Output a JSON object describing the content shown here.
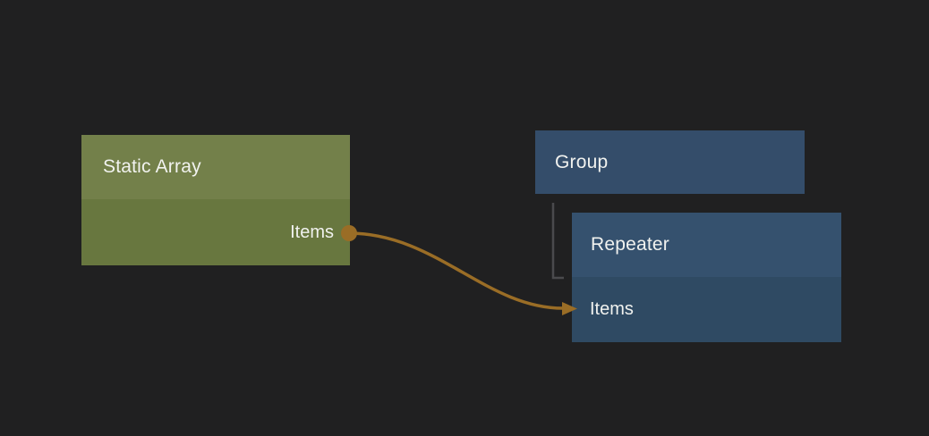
{
  "canvas": {
    "background_color": "#202021"
  },
  "nodes": {
    "static_array": {
      "title": "Static Array",
      "header_color": "#73804a",
      "body_color": "#68773f",
      "outputs": [
        {
          "label": "Items"
        }
      ]
    },
    "group": {
      "title": "Group",
      "header_color": "#344d6a"
    },
    "repeater": {
      "title": "Repeater",
      "header_color": "#35516e",
      "body_color": "#2f4a63",
      "inputs": [
        {
          "label": "Items"
        }
      ]
    }
  },
  "edges": {
    "wire": {
      "color": "#9a6d26",
      "source_node": "Static Array",
      "source_port": "Items",
      "target_node": "Repeater",
      "target_port": "Items"
    },
    "hierarchy_link": {
      "color": "#4a4a4d",
      "parent": "Group",
      "child": "Repeater"
    }
  }
}
